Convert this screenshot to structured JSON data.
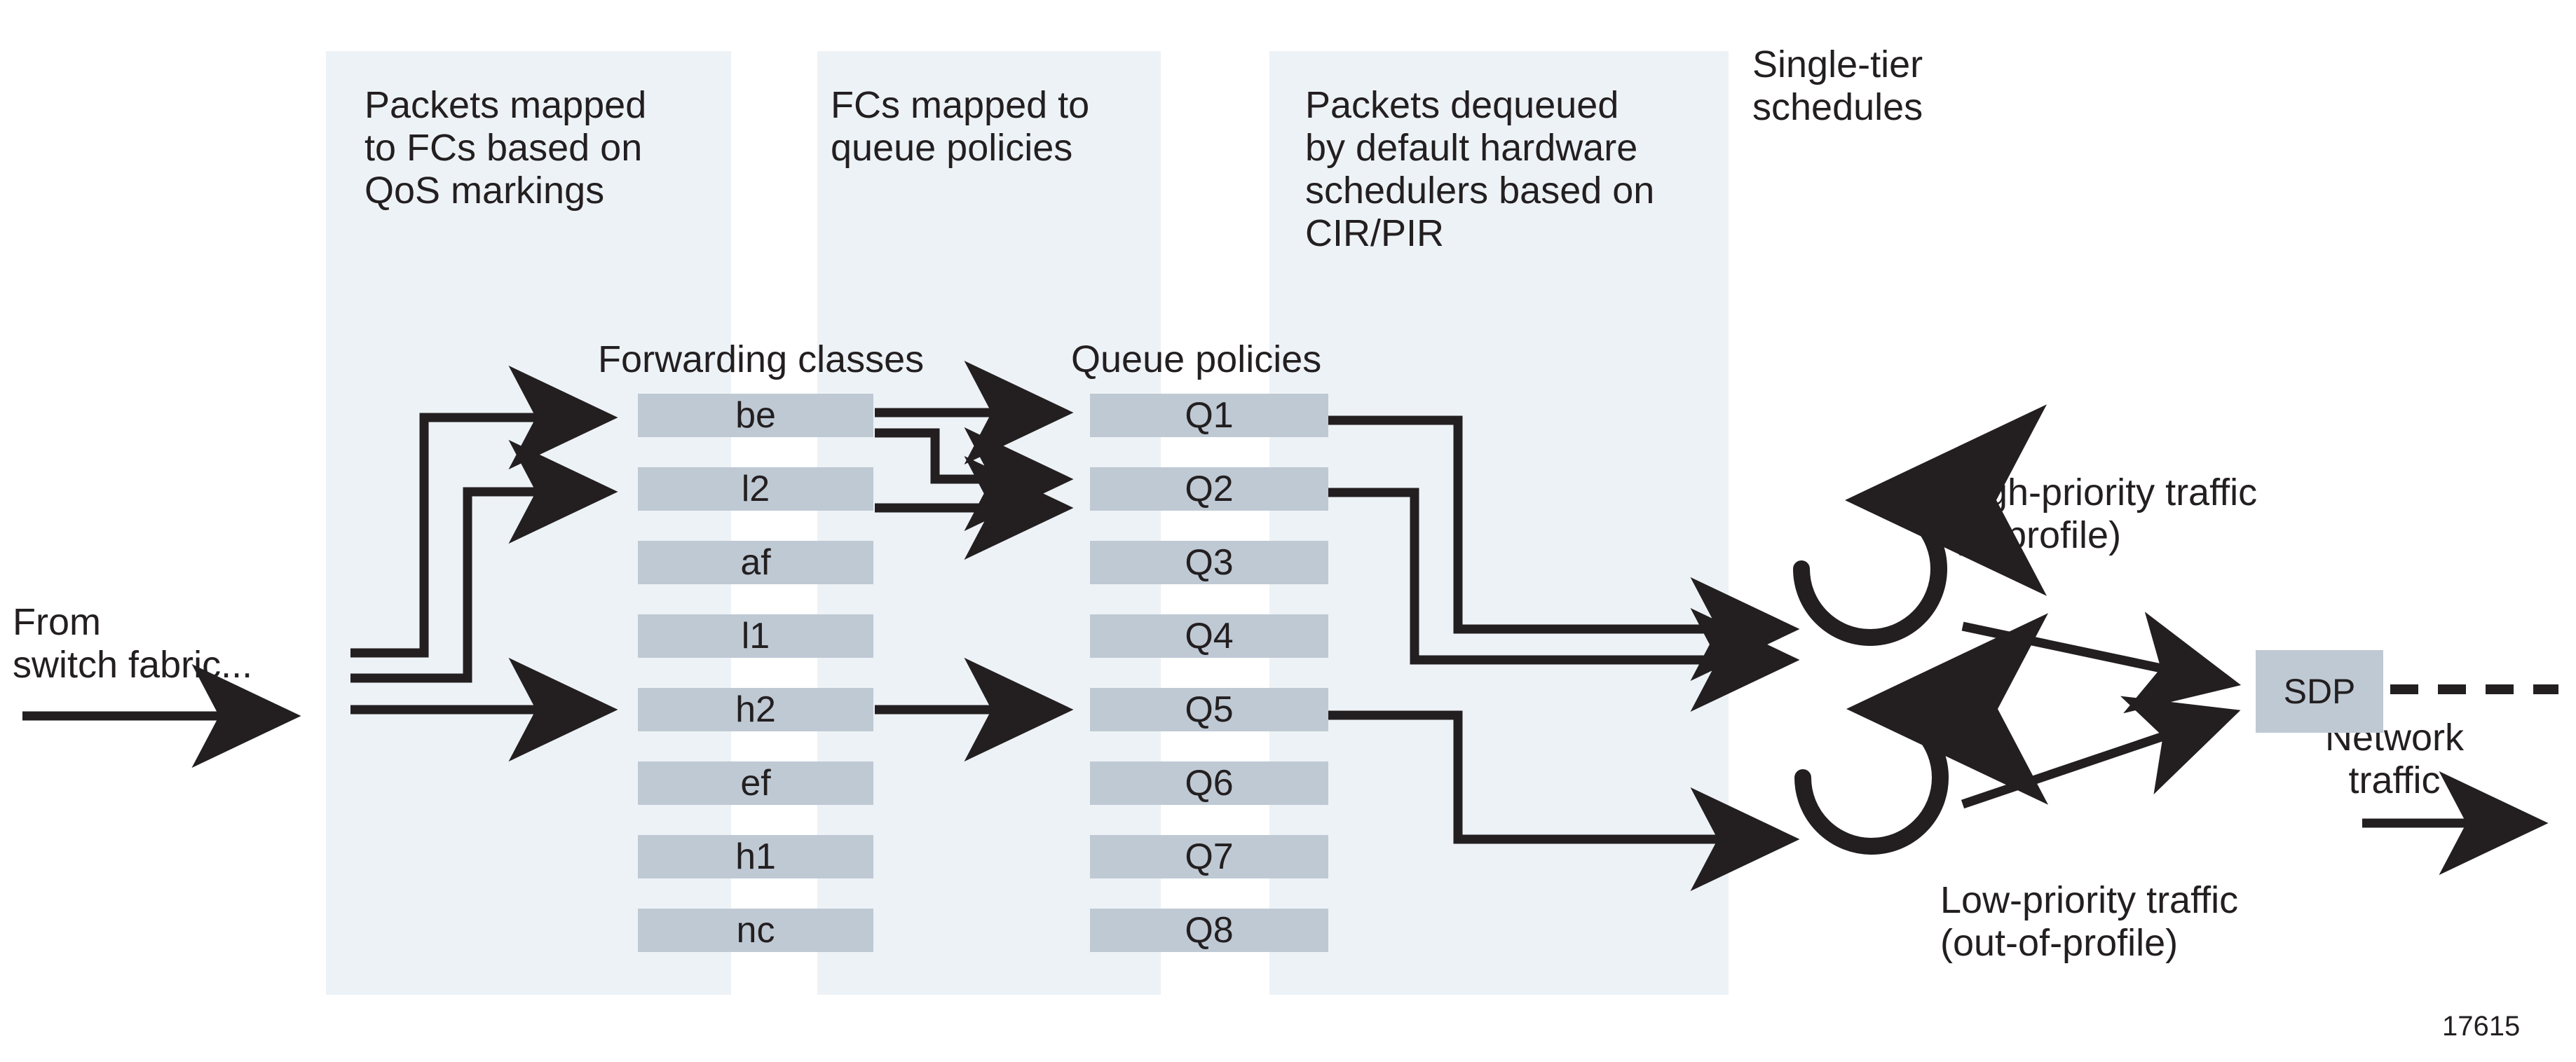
{
  "figure": {
    "number": "17615",
    "colors": {
      "band_background": "#edf2f6",
      "box_fill": "#bfc9d4",
      "ink": "#231f20",
      "page_background": "#ffffff"
    }
  },
  "bands": [
    {
      "id": "band-fc",
      "caption": "Packets mapped\nto FCs based on\nQoS markings"
    },
    {
      "id": "band-queue",
      "caption": "FCs mapped to\nqueue policies"
    },
    {
      "id": "band-sched",
      "caption": "Packets dequeued\nby default hardware\nschedulers based on\nCIR/PIR"
    }
  ],
  "labels": {
    "single_tier": "Single-tier\nschedules",
    "from_switch_fabric": "From\nswitch fabric...",
    "forwarding_classes_header": "Forwarding classes",
    "queue_policies_header": "Queue policies",
    "high_priority": "High-priority traffic\n(in-profile)",
    "low_priority": "Low-priority traffic\n(out-of-profile)",
    "network_traffic": "Network\ntraffic",
    "sdp": "SDP"
  },
  "forwarding_classes": [
    {
      "name": "be"
    },
    {
      "name": "l2"
    },
    {
      "name": "af"
    },
    {
      "name": "l1"
    },
    {
      "name": "h2"
    },
    {
      "name": "ef"
    },
    {
      "name": "h1"
    },
    {
      "name": "nc"
    }
  ],
  "queue_policies": [
    {
      "name": "Q1"
    },
    {
      "name": "Q2"
    },
    {
      "name": "Q3"
    },
    {
      "name": "Q4"
    },
    {
      "name": "Q5"
    },
    {
      "name": "Q6"
    },
    {
      "name": "Q7"
    },
    {
      "name": "Q8"
    }
  ],
  "schedulers": [
    {
      "id": "high-priority-scheduler",
      "traffic": "High-priority traffic (in-profile)"
    },
    {
      "id": "low-priority-scheduler",
      "traffic": "Low-priority traffic (out-of-profile)"
    }
  ],
  "flows": [
    {
      "from": "switch-fabric",
      "to": "be"
    },
    {
      "from": "switch-fabric",
      "to": "l2"
    },
    {
      "from": "switch-fabric",
      "to": "h2"
    },
    {
      "from": "be",
      "to": "Q1"
    },
    {
      "from": "be",
      "to": "Q2"
    },
    {
      "from": "l2",
      "to": "Q2"
    },
    {
      "from": "h2",
      "to": "Q5"
    },
    {
      "from": "Q1",
      "to": "high-priority-scheduler"
    },
    {
      "from": "Q2",
      "to": "high-priority-scheduler"
    },
    {
      "from": "Q5",
      "to": "low-priority-scheduler"
    },
    {
      "from": "high-priority-scheduler",
      "to": "SDP"
    },
    {
      "from": "low-priority-scheduler",
      "to": "SDP"
    },
    {
      "from": "SDP",
      "to": "network-traffic"
    }
  ]
}
